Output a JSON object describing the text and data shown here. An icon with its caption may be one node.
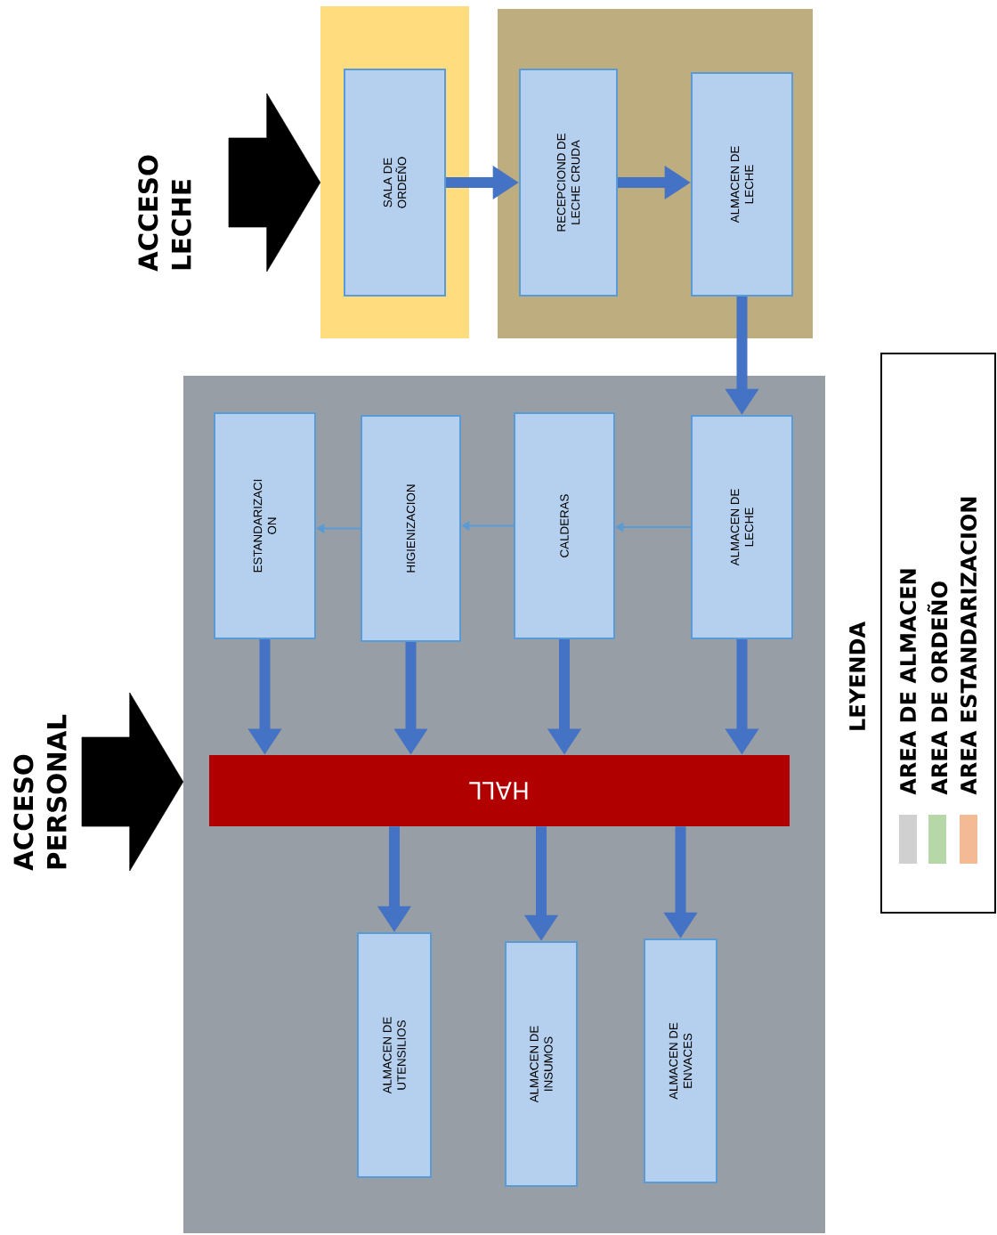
{
  "diagram": {
    "nodes": [
      {
        "text": [],
        "shape": "box"
      },
      {
        "text": [],
        "shape": "box"
      },
      {
        "text": [],
        "shape": "box"
      },
      {
        "text": [
          "ACCESO LECHE"
        ]
      },
      {
        "text": [
          "SALA DE ORDEÑO"
        ],
        "in": 0
      },
      {
        "text": [
          "RECEPCIOND DE LECHE CRUDA"
        ],
        "in": 1
      },
      {
        "text": [
          "ALMACEN DE LECHE"
        ],
        "in": 1
      },
      {
        "text": [
          "ESTANDARIZACI ON"
        ],
        "in": 2
      },
      {
        "text": [
          "HIGIENIZACION"
        ],
        "in": 2
      },
      {
        "text": [
          "CALDERAS"
        ],
        "in": 2
      },
      {
        "text": [
          "ALMACEN DE LECHE"
        ],
        "in": 2
      },
      {
        "text": [
          "HALL"
        ],
        "in": 2
      },
      {
        "text": [
          "ALMACEN DE UTENSILIOS"
        ],
        "in": 2
      },
      {
        "text": [
          "ALMACEN DE INSUMOS"
        ],
        "in": 2
      },
      {
        "text": [
          "ALMACEN DE ENVACES"
        ],
        "in": 2
      },
      {
        "text": [
          "ACCESO PERSONAL"
        ]
      }
    ],
    "edges": [
      {
        "from": 3,
        "to": 0,
        "arrow": "to",
        "style": "thick",
        "color": "#000000"
      },
      {
        "from": 4,
        "to": 5,
        "arrow": "to"
      },
      {
        "from": 5,
        "to": 6,
        "arrow": "to"
      },
      {
        "from": 6,
        "to": 10,
        "arrow": "to"
      },
      {
        "from": 10,
        "to": 9,
        "arrow": "to",
        "color": "#5b9bd5"
      },
      {
        "from": 9,
        "to": 8,
        "arrow": "to",
        "color": "#5b9bd5"
      },
      {
        "from": 8,
        "to": 7,
        "arrow": "to",
        "color": "#5b9bd5"
      },
      {
        "from": 7,
        "to": 11,
        "arrow": "to"
      },
      {
        "from": 8,
        "to": 11,
        "arrow": "to"
      },
      {
        "from": 9,
        "to": 11,
        "arrow": "to"
      },
      {
        "from": 10,
        "to": 11,
        "arrow": "to"
      },
      {
        "from": 11,
        "to": 12,
        "arrow": "to"
      },
      {
        "from": 11,
        "to": 13,
        "arrow": "to"
      },
      {
        "from": 11,
        "to": 14,
        "arrow": "to"
      },
      {
        "from": 15,
        "to": 2,
        "arrow": "to",
        "style": "thick",
        "color": "#000000"
      }
    ],
    "labels": [
      "LEYENDA"
    ],
    "legend": [
      {
        "text": "AREA DE ALMACEN",
        "color": "#d0d0d0"
      },
      {
        "text": "AREA DE ORDEÑO",
        "color": "#b6d7a8"
      },
      {
        "text": "AREA ESTANDARIZACION",
        "color": "#f4b995"
      }
    ]
  }
}
